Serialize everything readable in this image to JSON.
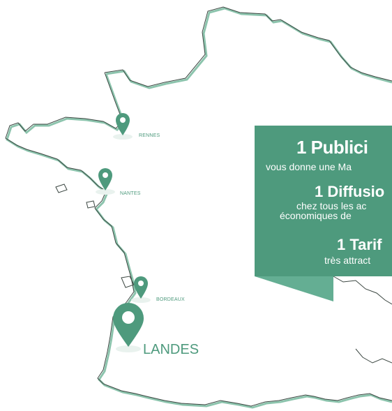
{
  "cities": [
    {
      "name": "RENNES"
    },
    {
      "name": "NANTES"
    },
    {
      "name": "BORDEAUX"
    },
    {
      "name": "LANDES"
    }
  ],
  "banner": {
    "line1": "1 Publici",
    "line2": "vous donne une Ma",
    "line3": "1 Diffusio",
    "line4": "chez tous les ac",
    "line5": "économiques de",
    "line6": "1 Tarif",
    "line7": "très attract"
  },
  "colors": {
    "accent": "#4e9a7d",
    "map_stroke": "#3c4742",
    "map_shadow": "#8cc4ad"
  }
}
